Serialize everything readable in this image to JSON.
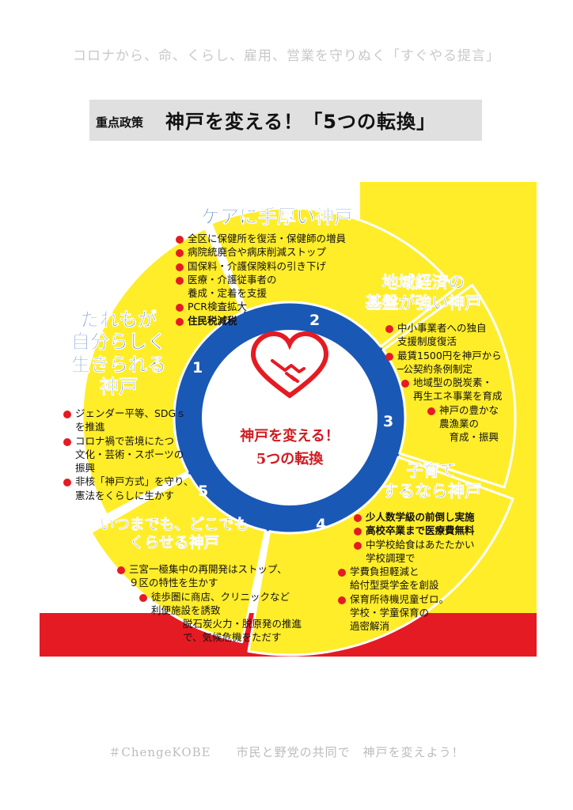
{
  "header": {
    "slogan": "コロナから、命、くらし、雇用、営業を守りぬく「すぐやる提言」",
    "title_prefix": "重点政策",
    "title": "神戸を変える！「5つの転換」"
  },
  "center": {
    "line1": "神戸を変える！",
    "line2": "5つの転換",
    "icon": "heart-handshake-icon"
  },
  "segments": [
    {
      "number": "1",
      "title": [
        "ケアに手厚い神戸"
      ],
      "items": [
        {
          "text": "全区に保健所を復活・保健師の増員",
          "bold": false
        },
        {
          "text": "病院統廃合や病床削減ストップ",
          "bold": false
        },
        {
          "text": "国保料・介護保険料の引き下げ",
          "bold": false
        },
        {
          "text": "医療・介護従事者の\n養成・定着を支援",
          "bold": false
        },
        {
          "text": "PCR検査拡大",
          "bold": false
        },
        {
          "text": "住民税減税",
          "bold": true
        }
      ]
    },
    {
      "number": "2",
      "title": [
        "地域経済の",
        "基盤が強い神戸"
      ],
      "items": [
        {
          "text": "中小事業者への独自\n支援制度復活",
          "bold": false
        },
        {
          "text": "最賃1500円を神戸から\n─公契約条例制定",
          "bold": false
        },
        {
          "text": "地域型の脱炭素・\n再生エネ事業を育成",
          "bold": false
        },
        {
          "text": "神戸の豊かな\n農漁業の\n　育成・振興",
          "bold": false
        }
      ]
    },
    {
      "number": "3",
      "title": [
        "子育て",
        "するなら神戸"
      ],
      "items": [
        {
          "text": "少人数学級の前倒し実施",
          "bold": true
        },
        {
          "text": "高校卒業まで医療費無料",
          "bold": true
        },
        {
          "text": "中学校給食はあたたかい\n学校調理で",
          "bold": false
        },
        {
          "text": "学費負担軽減と\n給付型奨学金を創設",
          "bold": false
        },
        {
          "text": "保育所待機児童ゼロ。\n学校・学童保育の\n過密解消",
          "bold": false
        }
      ]
    },
    {
      "number": "4",
      "title": [
        "いつまでも、どこでも",
        "くらせる神戸"
      ],
      "items": [
        {
          "text": "三宮一極集中の再開発はストップ、\n９区の特性を生かす",
          "bold": false
        },
        {
          "text": "徒歩圏に商店、クリニックなど\n利便施設を誘致",
          "bold": false
        },
        {
          "text": "脱石炭火力・脱原発の推進\nで、気候危機をただす",
          "bold": false
        }
      ]
    },
    {
      "number": "5",
      "title": [
        "だれもが",
        "自分らしく",
        "生きられる",
        "神戸"
      ],
      "items": [
        {
          "text": "ジェンダー平等、SDGｓ\nを推進",
          "bold": false
        },
        {
          "text": "コロナ禍で苦境にたつ\n文化・芸術・スポーツの\n振興",
          "bold": false
        },
        {
          "text": "非核「神戸方式」を守り、\n憲法をくらしに生かす",
          "bold": false
        }
      ]
    }
  ],
  "footer": {
    "text": "＃ChengeKOBE　　市民と野党の共同で　神戸を変えよう！"
  },
  "colors": {
    "yellow": "#ffed2a",
    "red": "#e41b23",
    "blue": "#1a58b5",
    "title_bg": "#e0e0e0"
  }
}
